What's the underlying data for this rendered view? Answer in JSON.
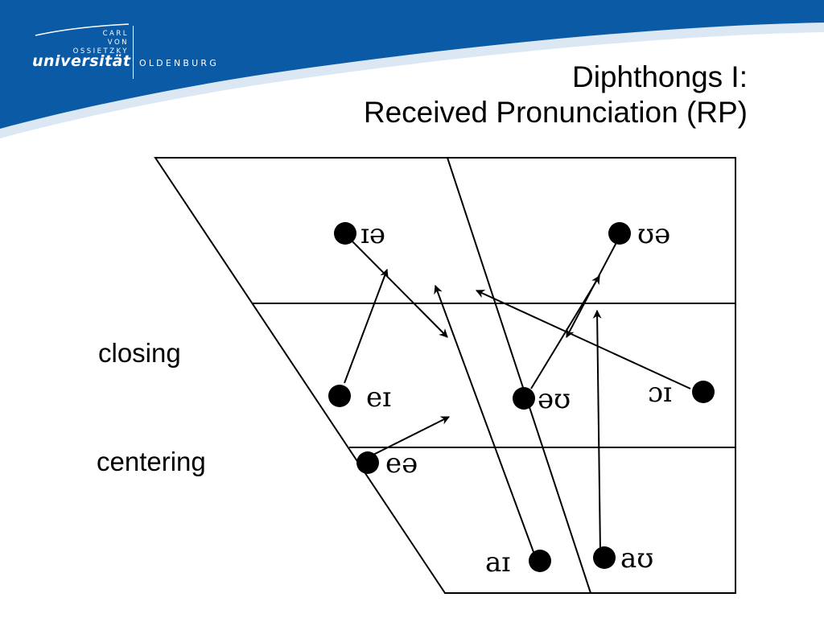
{
  "header": {
    "logo": {
      "carl": "CARL",
      "von": "VON",
      "ossietzky": "OSSIETZKY",
      "universitaet": "universität",
      "oldenburg": "OLDENBURG"
    },
    "title_line1": "Diphthongs I:",
    "title_line2": "Received Pronunciation (RP)"
  },
  "labels": {
    "closing": "closing",
    "centering": "centering"
  },
  "colors": {
    "banner_blue": "#0b5aa6",
    "banner_light": "#dbe7f2",
    "ink": "#000000"
  },
  "diphthongs": [
    {
      "id": "ia",
      "symbol": "ɪə"
    },
    {
      "id": "ua",
      "symbol": "ʊə"
    },
    {
      "id": "ei",
      "symbol": "eɪ"
    },
    {
      "id": "au-schwa",
      "symbol": "əʊ"
    },
    {
      "id": "oi",
      "symbol": "ɔɪ"
    },
    {
      "id": "ea",
      "symbol": "eə"
    },
    {
      "id": "ai",
      "symbol": "aɪ"
    },
    {
      "id": "au",
      "symbol": "aʊ"
    }
  ]
}
